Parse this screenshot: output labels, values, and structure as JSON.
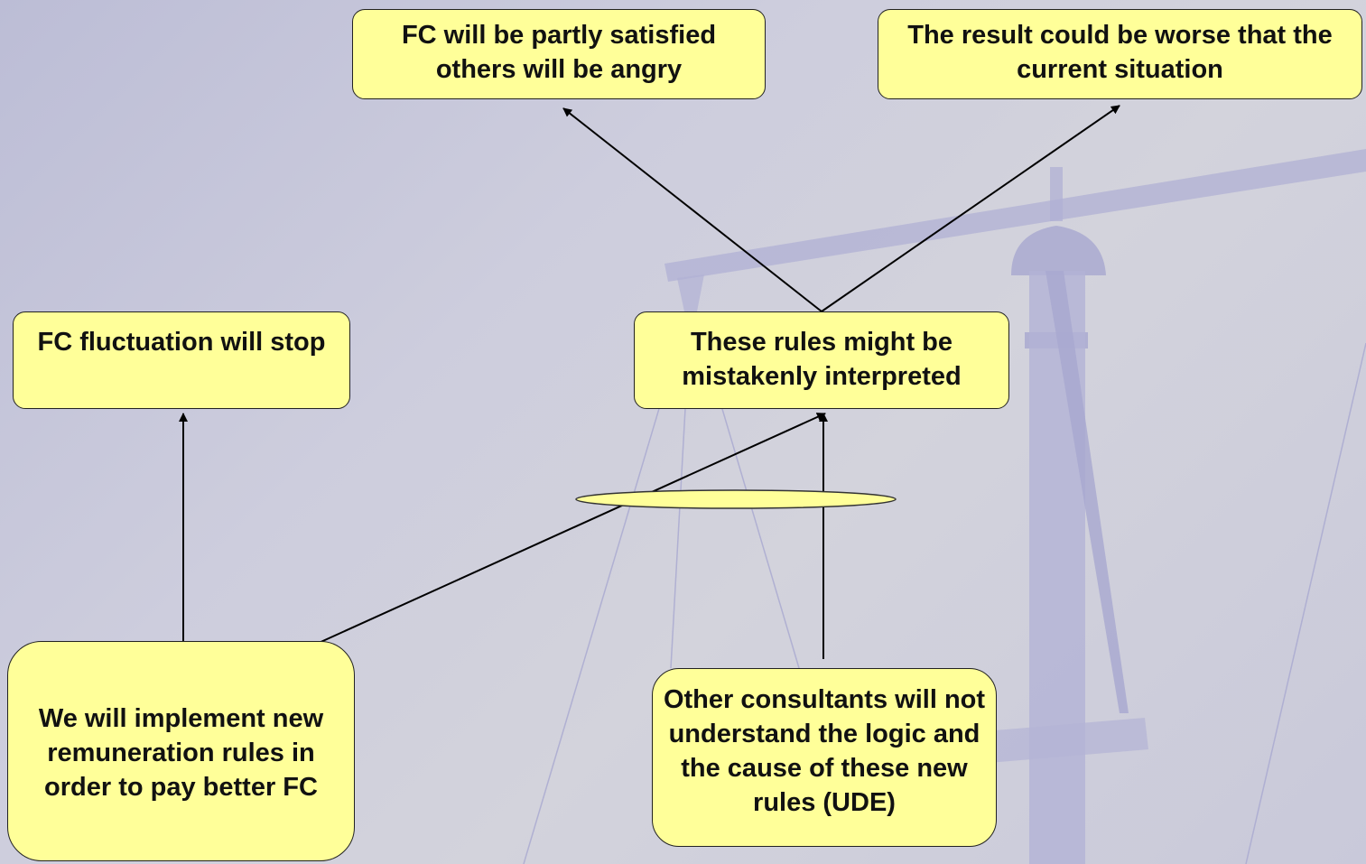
{
  "colors": {
    "background": "#cfcfdc",
    "node_fill": "#ffff99",
    "node_border": "#222222",
    "connector": "#000000",
    "scale_silhouette": "#aaaad0"
  },
  "background_image": "scales-of-justice",
  "nodes": {
    "partly_satisfied": "FC will be partly satisfied others will be angry",
    "worse_result": "The result could be worse that the current situation",
    "fluctuation_stop": "FC fluctuation will stop",
    "mistaken_interpretation": "These rules might be mistakenly interpreted",
    "implement_rules": "We will implement new remuneration rules in order to pay better FC",
    "other_consultants": "Other consultants will not understand the logic and the cause of these new rules (UDE)"
  },
  "connectors": [
    {
      "from": "mistaken_interpretation",
      "to": "partly_satisfied"
    },
    {
      "from": "mistaken_interpretation",
      "to": "worse_result"
    },
    {
      "from": "implement_rules",
      "to": "fluctuation_stop"
    },
    {
      "from": "implement_rules",
      "to": "mistaken_interpretation",
      "joined_by": "and-ellipse"
    },
    {
      "from": "other_consultants",
      "to": "mistaken_interpretation",
      "joined_by": "and-ellipse"
    }
  ]
}
